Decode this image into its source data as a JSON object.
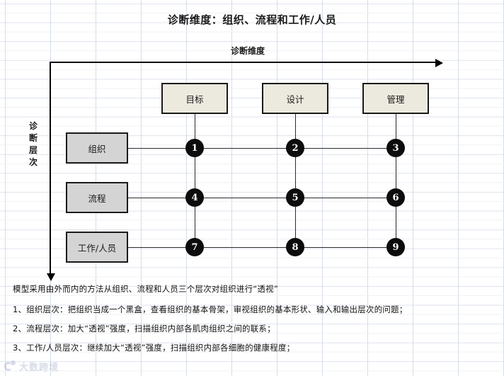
{
  "title": "诊断维度：组织、流程和工作/人员",
  "axes": {
    "top_label": "诊断维度",
    "left_label": "诊断层次",
    "left_label_chars": [
      "诊",
      "断",
      "层",
      "次"
    ],
    "arrow_right": "arrow-right",
    "arrow_down": "arrow-down"
  },
  "columns": [
    {
      "label": "目标"
    },
    {
      "label": "设计"
    },
    {
      "label": "管理"
    }
  ],
  "rows": [
    {
      "label": "组织"
    },
    {
      "label": "流程"
    },
    {
      "label": "工作/人员"
    }
  ],
  "matrix": {
    "nodes": [
      {
        "id": "1",
        "row": 0,
        "col": 0
      },
      {
        "id": "2",
        "row": 0,
        "col": 1
      },
      {
        "id": "3",
        "row": 0,
        "col": 2
      },
      {
        "id": "4",
        "row": 1,
        "col": 0
      },
      {
        "id": "5",
        "row": 1,
        "col": 1
      },
      {
        "id": "6",
        "row": 1,
        "col": 2
      },
      {
        "id": "7",
        "row": 2,
        "col": 0
      },
      {
        "id": "8",
        "row": 2,
        "col": 1
      },
      {
        "id": "9",
        "row": 2,
        "col": 2
      }
    ]
  },
  "notes": [
    "模型采用由外而内的方法从组织、流程和人员三个层次对组织进行“透视”",
    "1、组织层次：把组织当成一个黑盒，查看组织的基本骨架，审视组织的基本形状、输入和输出层次的问题；",
    "2、流程层次：加大“透视”强度，扫描组织内部各肌肉组织之间的联系；",
    "3、工作/人员层次：继续加大“透视”强度，扫描组织内部各细胞的健康程度；"
  ],
  "watermark": {
    "text": "大数跨境"
  },
  "colors": {
    "column_box_fill": "#ece9de",
    "row_box_fill": "#d4d4d4",
    "node_fill": "#0c0c0c",
    "node_text": "#ffffff",
    "border": "#1a1a1a",
    "grid_line": "#d6dce8",
    "watermark": "#9aa6c4"
  }
}
